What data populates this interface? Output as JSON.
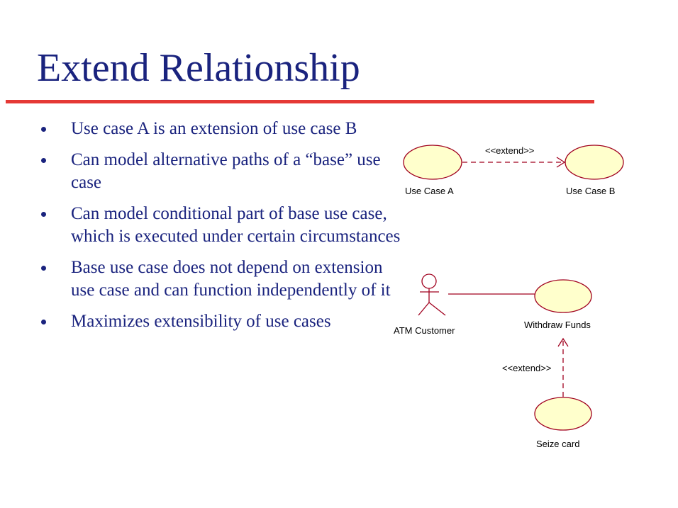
{
  "title": "Extend Relationship",
  "bullets": [
    {
      "text": "Use case A is an extension of use case B"
    },
    {
      "text": "Can model alternative paths of a “base” use case"
    },
    {
      "text": "Can model conditional part of base use case, which is executed under certain circumstances"
    },
    {
      "text": "Base use case does not depend on extension use case and can function independently of it"
    },
    {
      "text": "Maximizes extensibility of use cases"
    }
  ],
  "diagram1": {
    "use_case_a": "Use Case A",
    "use_case_b": "Use Case B",
    "stereotype": "<<extend>>"
  },
  "diagram2": {
    "actor": "ATM Customer",
    "base_use_case": "Withdraw Funds",
    "extension_use_case": "Seize card",
    "stereotype": "<<extend>>"
  },
  "colors": {
    "title": "#1a237e",
    "rule": "#e53935",
    "use_case_fill": "#ffffcc",
    "connector": "#a0001e"
  }
}
